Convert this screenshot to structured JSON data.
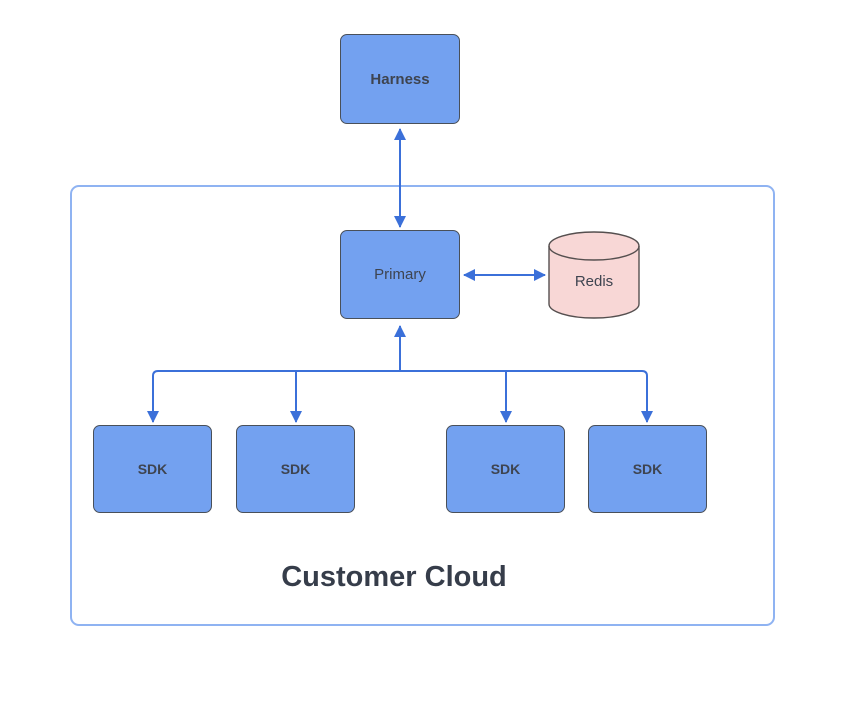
{
  "diagram": {
    "nodes": {
      "harness": {
        "label": "Harness"
      },
      "primary": {
        "label": "Primary"
      },
      "redis": {
        "label": "Redis"
      }
    },
    "sdk_nodes": [
      {
        "label": "SDK"
      },
      {
        "label": "SDK"
      },
      {
        "label": "SDK"
      },
      {
        "label": "SDK"
      }
    ],
    "container": {
      "label": "Customer Cloud"
    }
  },
  "colors": {
    "canvas_bg": "#FFFFFF",
    "node_fill": "#73A1F0",
    "node_border": "#49505A",
    "redis_fill": "#F8D7D6",
    "redis_border": "#554F4F",
    "arrow": "#3B70D9",
    "container_border": "#8FB3F2",
    "text": "#3E4450",
    "title_text": "#363D4A"
  }
}
